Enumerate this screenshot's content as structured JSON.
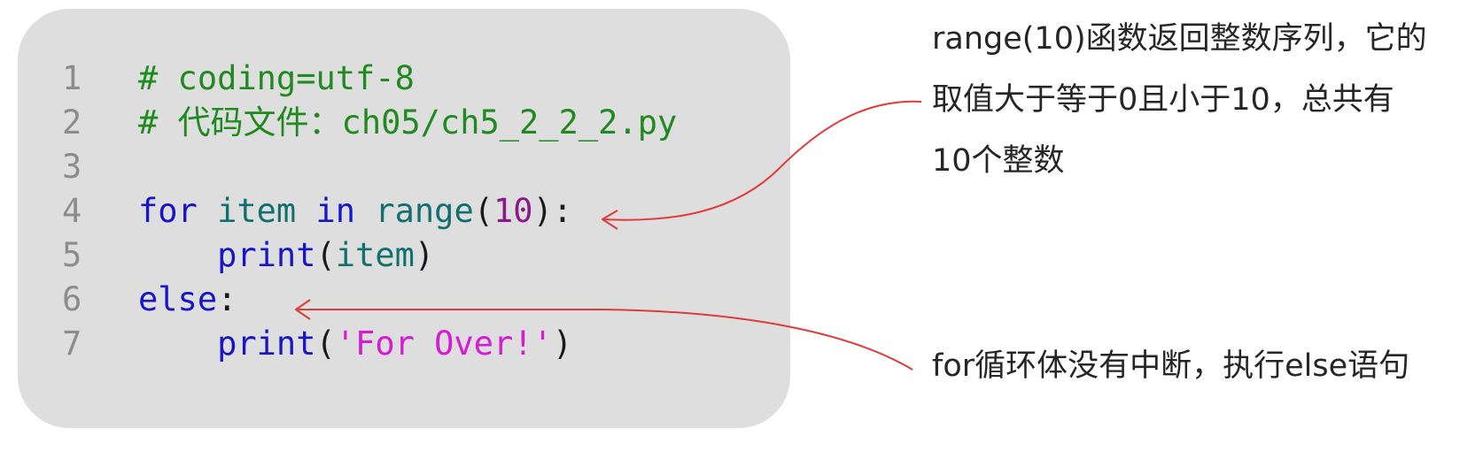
{
  "code": {
    "lines": [
      {
        "num": "1",
        "comment": "# coding=utf-8"
      },
      {
        "num": "2",
        "comment": "# 代码文件：ch05/ch5_2_2_2.py"
      },
      {
        "num": "3"
      },
      {
        "num": "4",
        "kw_for": "for",
        "id_item": "item",
        "kw_in": "in",
        "id_range": "range",
        "open": "(",
        "number": "10",
        "close": "):"
      },
      {
        "num": "5",
        "indent": "    ",
        "id_print": "print",
        "open": "(",
        "id_item": "item",
        "close": ")"
      },
      {
        "num": "6",
        "kw_else": "else",
        "colon": ":"
      },
      {
        "num": "7",
        "indent": "    ",
        "id_print": "print",
        "open": "(",
        "string": "'For Over!'",
        "close": ")"
      }
    ]
  },
  "annotations": {
    "range_note": {
      "line1": "range(10)函数返回整数序列，它的",
      "line2": "取值大于等于0且小于10，总共有",
      "line3": "10个整数"
    },
    "else_note": {
      "line1": "for循环体没有中断，执行else语句"
    }
  },
  "colors": {
    "panel_background": "#dedede",
    "line_number": "#8c8c8c",
    "comment": "#1f8a1f",
    "keyword": "#1616c8",
    "identifier": "#11706f",
    "number": "#8a1a8a",
    "string": "#d61ad6",
    "arrow": "#e03a3a"
  }
}
